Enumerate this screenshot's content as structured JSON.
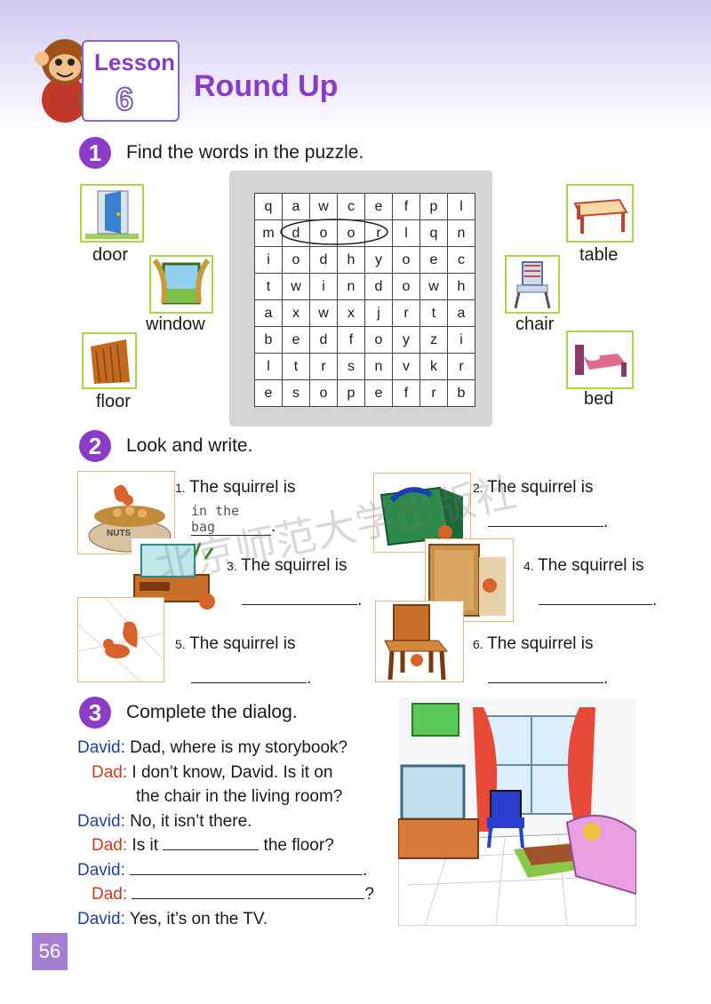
{
  "header": {
    "lesson_word": "Lesson",
    "lesson_number": "6",
    "title": "Round Up"
  },
  "section1": {
    "number": "1",
    "instruction": "Find the words in the puzzle.",
    "labels": {
      "door": "door",
      "window": "window",
      "floor": "floor",
      "table": "table",
      "chair": "chair",
      "bed": "bed"
    },
    "grid": [
      [
        "q",
        "a",
        "w",
        "c",
        "e",
        "f",
        "p",
        "l"
      ],
      [
        "m",
        "d",
        "o",
        "o",
        "r",
        "l",
        "q",
        "n"
      ],
      [
        "i",
        "o",
        "d",
        "h",
        "y",
        "o",
        "e",
        "c"
      ],
      [
        "t",
        "w",
        "i",
        "n",
        "d",
        "o",
        "w",
        "h"
      ],
      [
        "a",
        "x",
        "w",
        "x",
        "j",
        "r",
        "t",
        "a"
      ],
      [
        "b",
        "e",
        "d",
        "f",
        "o",
        "y",
        "z",
        "i"
      ],
      [
        "l",
        "t",
        "r",
        "s",
        "n",
        "v",
        "k",
        "r"
      ],
      [
        "e",
        "s",
        "o",
        "p",
        "e",
        "f",
        "r",
        "b"
      ]
    ]
  },
  "section2": {
    "number": "2",
    "instruction": "Look and write.",
    "items": [
      {
        "num": "1.",
        "text": "The squirrel is",
        "answer": "in the bag",
        "end": "."
      },
      {
        "num": "2.",
        "text": "The squirrel is",
        "end": "."
      },
      {
        "num": "3.",
        "text": "The squirrel is",
        "end": "."
      },
      {
        "num": "4.",
        "text": "The squirrel is",
        "end": "."
      },
      {
        "num": "5.",
        "text": "The squirrel is",
        "end": "."
      },
      {
        "num": "6.",
        "text": "The squirrel is",
        "end": "."
      }
    ],
    "bag_label": "NUTS"
  },
  "section3": {
    "number": "3",
    "instruction": "Complete the dialog.",
    "lines": [
      {
        "speaker": "David:",
        "text": "Dad, where is my storybook?"
      },
      {
        "speaker": "Dad:",
        "text": "I don’t know, David. Is it on"
      },
      {
        "speaker": "",
        "text": "the chair in the living room?"
      },
      {
        "speaker": "David:",
        "text": "No, it isn’t there."
      },
      {
        "speaker": "Dad:",
        "text_before": "Is it",
        "text_after": "the floor?"
      },
      {
        "speaker": "David:",
        "end": "."
      },
      {
        "speaker": "Dad:",
        "end": "?"
      },
      {
        "speaker": "David:",
        "text": "Yes, it’s on the TV."
      }
    ]
  },
  "footer": {
    "page_number": "56"
  },
  "watermark": "北京师范大学出版社",
  "colors": {
    "accent": "#8a3cc8",
    "david": "#1f3fa6",
    "dad": "#d03a1f",
    "pic_border": "#a8d84a"
  }
}
